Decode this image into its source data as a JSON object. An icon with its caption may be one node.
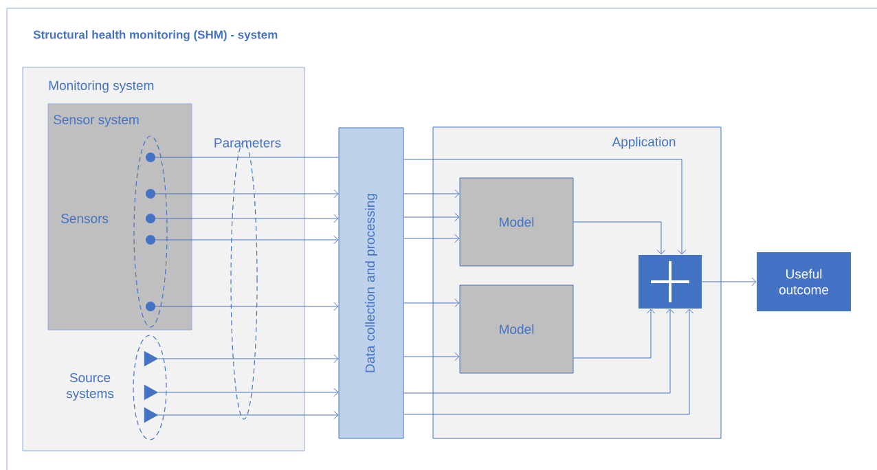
{
  "diagram": {
    "nodes": [
      {
        "text": [
          "Structural health monitoring (SHM) - system"
        ]
      },
      {
        "text": [
          "Monitoring system"
        ],
        "in": 0
      },
      {
        "text": [
          "Sensor system"
        ],
        "in": 1
      },
      {
        "text": [],
        "shape": "ellipse",
        "beside": [
          "Sensors"
        ],
        "in": 2
      },
      {
        "text": [],
        "shape": "circle",
        "in": 3
      },
      {
        "text": [],
        "shape": "circle",
        "in": 3
      },
      {
        "text": [],
        "shape": "circle",
        "in": 3
      },
      {
        "text": [],
        "shape": "circle",
        "in": 3
      },
      {
        "text": [],
        "shape": "circle",
        "in": 3
      },
      {
        "text": [],
        "shape": "ellipse",
        "beside": [
          "Source systems"
        ],
        "in": 1
      },
      {
        "text": [],
        "shape": "triangle",
        "in": 9
      },
      {
        "text": [],
        "shape": "triangle",
        "in": 9
      },
      {
        "text": [],
        "shape": "triangle",
        "in": 9
      },
      {
        "text": [
          "Data collection and processing"
        ],
        "in": 0
      },
      {
        "text": [
          "Application"
        ],
        "in": 0
      },
      {
        "text": [
          "Model"
        ],
        "in": 14
      },
      {
        "text": [
          "Model"
        ],
        "in": 14
      },
      {
        "text": [],
        "shape": "box",
        "in": 14
      },
      {
        "text": [
          "Useful outcome"
        ],
        "in": 0
      }
    ],
    "edges": [
      {
        "from": 4,
        "to": 13,
        "arrow": "none"
      },
      {
        "from": 5,
        "to": 13,
        "arrow": "to"
      },
      {
        "from": 6,
        "to": 13,
        "arrow": "to"
      },
      {
        "from": 7,
        "to": 13,
        "arrow": "to"
      },
      {
        "from": 8,
        "to": 13,
        "arrow": "to"
      },
      {
        "from": 10,
        "to": 13,
        "arrow": "to"
      },
      {
        "from": 11,
        "to": 13,
        "arrow": "to"
      },
      {
        "from": 12,
        "to": 13,
        "arrow": "to"
      },
      {
        "from": 13,
        "to": 17,
        "arrow": "to"
      },
      {
        "from": 13,
        "to": 15,
        "arrow": "to"
      },
      {
        "from": 13,
        "to": 15,
        "arrow": "to"
      },
      {
        "from": 13,
        "to": 15,
        "arrow": "to"
      },
      {
        "from": 13,
        "to": 16,
        "arrow": "to"
      },
      {
        "from": 13,
        "to": 16,
        "arrow": "to"
      },
      {
        "from": 13,
        "to": 17,
        "arrow": "to"
      },
      {
        "from": 13,
        "to": 17,
        "arrow": "to"
      },
      {
        "from": 15,
        "to": 17,
        "arrow": "to"
      },
      {
        "from": 16,
        "to": 17,
        "arrow": "to"
      },
      {
        "from": 17,
        "to": 18,
        "arrow": "to"
      }
    ],
    "labels": [
      "Parameters"
    ]
  }
}
